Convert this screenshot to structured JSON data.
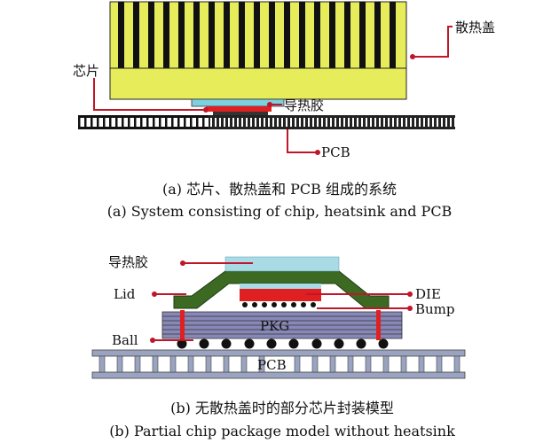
{
  "diagram_a": {
    "labels": {
      "heatsink": "散热盖",
      "chip": "芯片",
      "thermal_glue": "导热胶",
      "pcb": "PCB"
    },
    "caption_cn": "(a) 芯片、散热盖和 PCB 组成的系统",
    "caption_en": "(a) System consisting of chip, heatsink and PCB"
  },
  "diagram_b": {
    "labels": {
      "thermal_glue": "导热胶",
      "lid": "Lid",
      "die": "DIE",
      "bump": "Bump",
      "pkg": "PKG",
      "ball": "Ball",
      "pcb": "PCB"
    },
    "caption_cn": "(b) 无散热盖时的部分芯片封装模型",
    "caption_en": "(b) Partial chip package model without heatsink"
  },
  "colors": {
    "heatsink_fill": "#e6ec5a",
    "chip_fill": "#7ecfe0",
    "glue_fill": "#e02020",
    "leader": "#c0162a",
    "lid_fill": "#3c6a22",
    "pkg_fill": "#8888b8",
    "pcb_fill": "#9aa4c0"
  }
}
